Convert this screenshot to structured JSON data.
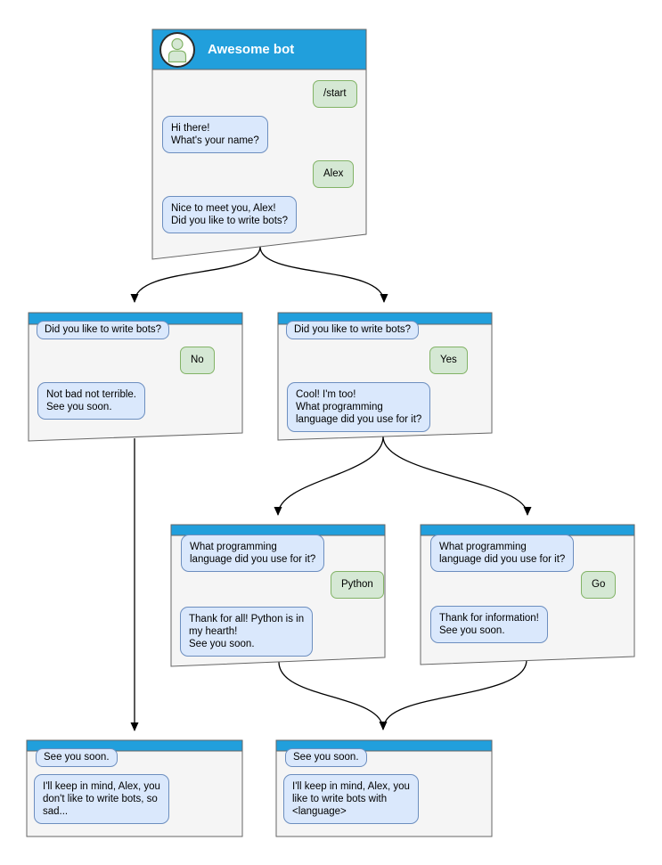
{
  "diagram": {
    "type": "chatbot-conversation-flowchart",
    "colors": {
      "header_blue": "#219FDC",
      "window_fill": "#F5F5F5",
      "window_stroke": "#666666",
      "bot_bubble_fill": "#DAE8FC",
      "bot_bubble_stroke": "#6C8EBF",
      "user_bubble_fill": "#D5E8D4",
      "user_bubble_stroke": "#82B366",
      "edge_color": "#000000",
      "title_text": "#FFFFFF"
    },
    "root": {
      "title": "Awesome bot",
      "avatar_icon": "person",
      "messages": {
        "start": "/start",
        "greeting": "Hi there!\nWhat's your name?",
        "name": "Alex",
        "meet": "Nice to meet you, Alex!\nDid you like to write bots?"
      }
    },
    "branch_no": {
      "question": "Did you like to write bots?",
      "answer": "No",
      "reply": "Not bad not terrible.\nSee you soon."
    },
    "branch_yes": {
      "question": "Did you like to write bots?",
      "answer": "Yes",
      "reply": "Cool! I'm too!\nWhat programming\nlanguage did you use for it?"
    },
    "branch_python": {
      "question": "What programming\nlanguage did you use for it?",
      "answer": "Python",
      "reply": "Thank for all! Python is in\nmy hearth!\nSee you soon."
    },
    "branch_go": {
      "question": "What programming\nlanguage did you use for it?",
      "answer": "Go",
      "reply": "Thank for information!\nSee you soon."
    },
    "end_no": {
      "question": "See you soon.",
      "reply": "I'll keep in mind, Alex, you\ndon't like to write bots, so\nsad..."
    },
    "end_yes": {
      "question": "See you soon.",
      "reply": "I'll keep in mind, Alex, you\nlike to write bots with\n<language>"
    }
  }
}
